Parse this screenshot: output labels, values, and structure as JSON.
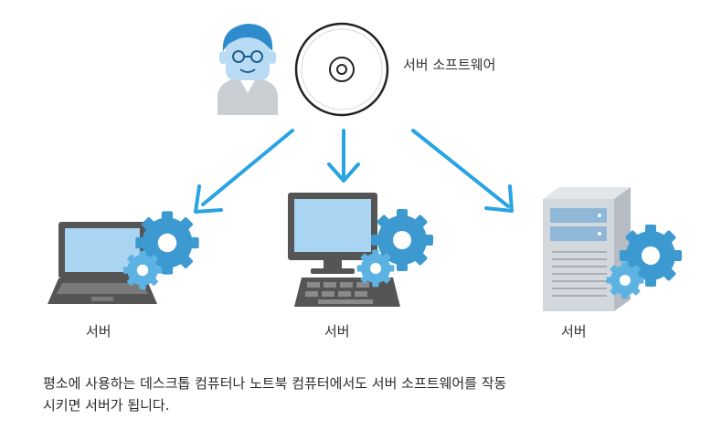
{
  "labels": {
    "server_software": "서버 소프트웨어",
    "laptop_server": "서버",
    "desktop_server": "서버",
    "tower_server": "서버"
  },
  "caption": {
    "line1": "평소에 사용하는 데스크톱 컴퓨터나 노트북 컴퓨터에서도 서버 소프트웨어를 작동",
    "line2": "시키면 서버가 됩니다."
  },
  "colors": {
    "arrow": "#29a3e2",
    "gear": "#3d9ad1",
    "gear_light": "#5cb3e3",
    "screen": "#a9d4f2",
    "device_dark": "#555555",
    "person_skin": "#b9dcf4",
    "person_hair": "#2f8ccc"
  },
  "icons": {
    "person": "person-icon",
    "disc": "disc-icon",
    "laptop": "laptop-icon",
    "desktop": "desktop-icon",
    "tower": "tower-server-icon",
    "gear": "gear-icon",
    "arrow": "arrow-down-icon"
  }
}
